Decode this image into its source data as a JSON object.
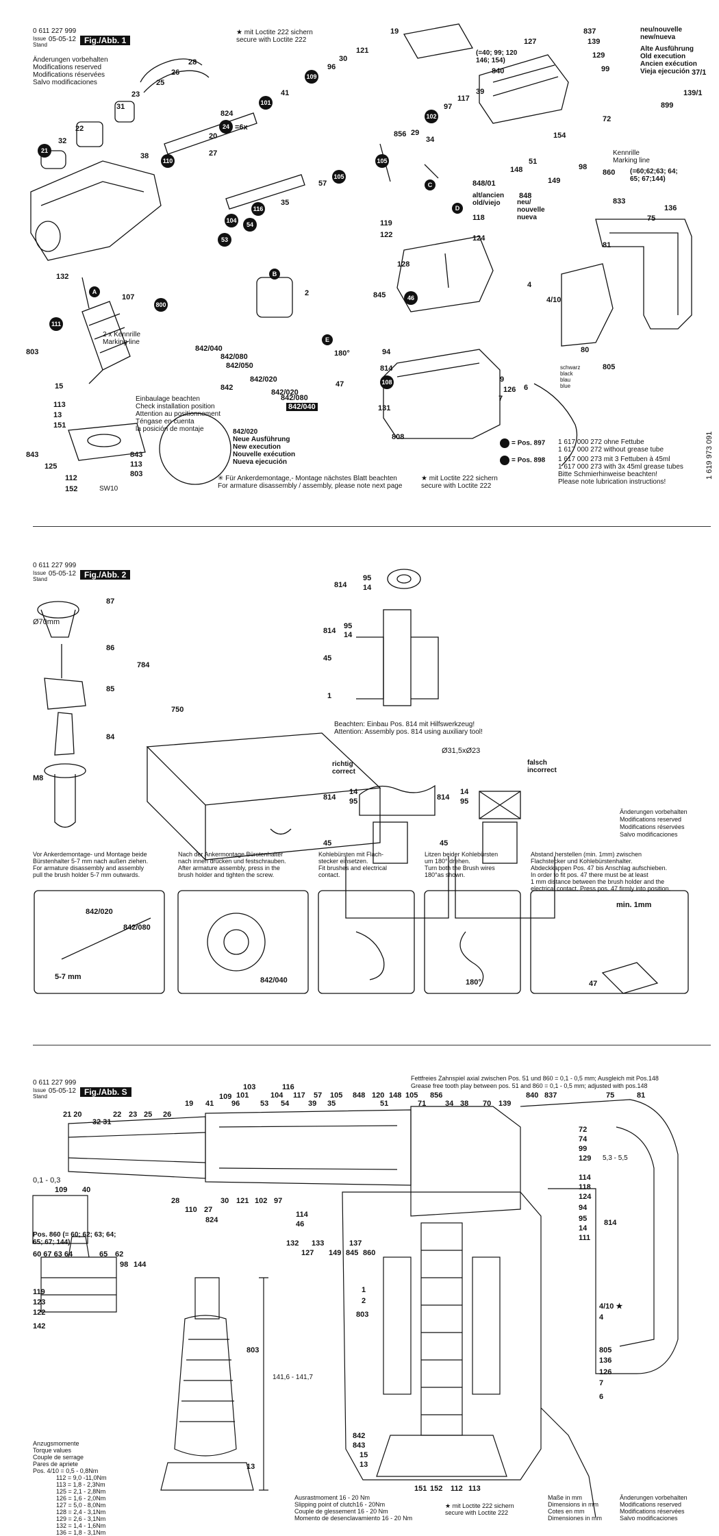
{
  "doc": {
    "number": "0 611 227 999",
    "issue_label_1": "Issue",
    "issue_label_2": "Stand",
    "date": "05-05-12",
    "vertical_ref": "1 619 973 091"
  },
  "sheet1": {
    "fig": "Fig./Abb. 1",
    "changes": [
      "Änderungen vorbehalten",
      "Modifications reserved",
      "Modifications réservées",
      "Salvo modificaciones"
    ],
    "loctite_top": [
      "★ mit Loctite 222 sichern",
      "secure with Loctite 222"
    ],
    "new_old": [
      "neu/nouvelle",
      "new/nueva"
    ],
    "old_exec": [
      "Alte Ausführung",
      "Old execution",
      "Ancien exécution",
      "Vieja ejecución"
    ],
    "marking_line": [
      "2 x Kennrille",
      "Marking line"
    ],
    "kennrille_right": [
      "Kennrille",
      "Marking line"
    ],
    "alt_new": [
      "alt/ancien",
      "old/viejo"
    ],
    "neu_nouvelle": [
      "neu/",
      "nouvelle",
      "nueva"
    ],
    "install_pos": [
      "Einbaulage beachten",
      "Check installation position",
      "Attention au positionnement",
      "Téngase en cuenta",
      "la posición de montaje"
    ],
    "new_exec": [
      "842/020",
      "Neue Ausführung",
      "New execution",
      "Nouvelle exécution",
      "Nueva ejecución"
    ],
    "armature_note": [
      "✳ Für Ankerdemontage,- Montage nächstes Blatt beachten",
      "For armature disassembly / assembly, please note next page"
    ],
    "loctite_bottom": [
      "★ mit Loctite 222 sichern",
      "secure with Loctite 222"
    ],
    "wire_colors": [
      "schwarz",
      "black",
      "blau",
      "blue"
    ],
    "pos897_label": "= Pos. 897",
    "pos897_lines": [
      "1 617 000 272 ohne Fettube",
      "1 617 000 272 without grease tube"
    ],
    "pos898_label": "= Pos. 898",
    "pos898_lines": [
      "1 617 000 273 mit 3 Fettuben à 45ml",
      "1 617 000 273 with 3x 45ml grease tubes",
      "Bitte Schmierhinweise beachten!",
      "Please note lubrication instructions!"
    ],
    "pos_lists": [
      "(=40; 99; 120",
      "146; 154)",
      "(=60;62;63; 64;",
      "65; 67;144)"
    ],
    "numbers": [
      "19",
      "837",
      "127",
      "139",
      "129",
      "121",
      "30",
      "96",
      "109",
      "(=40; 99; 120",
      "840",
      "99",
      "28",
      "26",
      "25",
      "23",
      "824",
      "101",
      "41",
      "117",
      "97",
      "102",
      "39",
      "154",
      "72",
      "31",
      "22",
      "24",
      "=6x",
      "856",
      "34",
      "29",
      "51",
      "148",
      "98",
      "860",
      "21",
      "32",
      "110",
      "27",
      "20",
      "57",
      "105",
      "105",
      "848/01",
      "848",
      "149",
      "833",
      "38",
      "35",
      "116",
      "104",
      "54",
      "53",
      "119",
      "122",
      "118",
      "124",
      "136",
      "75",
      "81",
      "4",
      "4/10",
      "132",
      "107",
      "800",
      "128",
      "845",
      "46",
      "111",
      "2",
      "842/040",
      "842/080",
      "842/050",
      "842/020",
      "180°",
      "842",
      "94",
      "814",
      "108",
      "9",
      "126",
      "131",
      "80",
      "805",
      "E",
      "7",
      "6",
      "803",
      "15",
      "113",
      "13",
      "151",
      "843",
      "125",
      "112",
      "152",
      "SW10",
      "113",
      "803",
      "843",
      "808",
      "842/040",
      "47",
      "842/020",
      "842/080",
      "37/1",
      "139/1",
      "899",
      "A",
      "B",
      "C",
      "D",
      "E"
    ]
  },
  "sheet2": {
    "fig": "Fig./Abb. 2",
    "numbers": [
      "87",
      "86",
      "85",
      "84",
      "784",
      "Ø70mm",
      "M8",
      "750",
      "814",
      "95",
      "14",
      "814",
      "95",
      "14",
      "45",
      "1",
      "Ø31,5xØ23",
      "814",
      "14",
      "95",
      "45",
      "814",
      "14",
      "95",
      "45"
    ],
    "attention_de": "Beachten: Einbau Pos. 814 mit Hilfswerkzeug!",
    "attention_en": "Attention: Assembly pos. 814 using auxiliary tool!",
    "correct": [
      "richtig",
      "correct"
    ],
    "incorrect": [
      "falsch",
      "incorrect"
    ],
    "changes": [
      "Änderungen vorbehalten",
      "Modifications reserved",
      "Modifications réservées",
      "Salvo modificaciones"
    ],
    "steps": [
      [
        "Vor Ankerdemontage- und Montage beide",
        "Bürstenhalter 5-7 mm nach außen ziehen.",
        "For armature disassembly and assembly",
        "pull the brush holder 5-7 mm outwards."
      ],
      [
        "Nach der Ankermontage Bürstenhalter",
        "nach innen drücken und festschrauben.",
        "After armature assembly, press in the",
        "brush holder and tighten the screw."
      ],
      [
        "Kohlebürsten mit Flach-",
        "stecker einsetzen.",
        "Fit brushes and electrical",
        "contact."
      ],
      [
        "Litzen beider Kohlebürsten",
        "um 180° drehen.",
        "Turn both the Brush wires",
        "180°as shown."
      ],
      [
        "Abstand herstellen (min. 1mm) zwischen",
        "Flachstecker und Kohlebürstenhalter.",
        "Abdeckkappen Pos. 47 bis Anschlag aufschieben.",
        "In order to fit pos. 47 there must be at least",
        "1 mm distance between the brush holder and the",
        "electrical contact. Press pos. 47 firmly into position."
      ]
    ],
    "step_labels": [
      "842/020",
      "842/080",
      "5-7 mm",
      "842/040",
      "180°",
      "min. 1mm",
      "47"
    ]
  },
  "sheet3": {
    "fig": "Fig./Abb. S",
    "grease_de": "Fettfreies Zahnspiel axial zwischen Pos. 51 und 860 = 0,1 - 0,5 mm; Ausgleich mit Pos.148",
    "grease_en": "Grease free tooth play between pos. 51 and 860 = 0,1 - 0,5 mm; adjusted with pos.148",
    "top_numbers": [
      "21 20",
      "32 31",
      "22",
      "23",
      "25",
      "26",
      "19",
      "41",
      "109",
      "103",
      "101",
      "96",
      "104",
      "53",
      "54",
      "116",
      "117",
      "39",
      "57",
      "105",
      "35",
      "848",
      "120",
      "51",
      "148",
      "105",
      "71",
      "856",
      "34",
      "38",
      "70",
      "139",
      "840",
      "837",
      "75",
      "81"
    ],
    "right_numbers": [
      "72",
      "74",
      "99",
      "129",
      "5,3 - 5,5",
      "114",
      "118",
      "124",
      "94",
      "95",
      "814",
      "14",
      "111",
      "4/10 ★",
      "4",
      "805",
      "136",
      "126",
      "7",
      "6"
    ],
    "bottom_numbers": [
      "28",
      "110",
      "27",
      "30",
      "121",
      "102",
      "97",
      "824",
      "114",
      "46",
      "132",
      "127",
      "133",
      "149",
      "845",
      "137",
      "860",
      "1",
      "2",
      "803",
      "842",
      "843",
      "15",
      "13",
      "151",
      "152",
      "112",
      "113"
    ],
    "detail_numbers": [
      "0,1 - 0,3",
      "109",
      "40"
    ],
    "pos860_title": [
      "Pos. 860 (= 60; 62; 63; 64;",
      "65; 67; 144)"
    ],
    "pos860_numbers": [
      "60 67 63 64",
      "65",
      "62",
      "98",
      "144",
      "119",
      "123",
      "122",
      "142"
    ],
    "dim": "141,6 - 141,7",
    "dim_numbers": [
      "803",
      "13"
    ],
    "torque_title": [
      "Anzugsmomente",
      "Torque values",
      "Couple de serrage",
      "Pares de apriete"
    ],
    "torque_rows": [
      "Pos. 4/10 = 0,5 - 0,8Nm",
      "112 = 9,0 -11,0Nm",
      "113 = 1,8 - 2,3Nm",
      "125 = 2,1 - 2,8Nm",
      "126 = 1,6 - 2,0Nm",
      "127 = 5,0 - 8,0Nm",
      "128 = 2,4 - 3,1Nm",
      "129 = 2,6 - 3,1Nm",
      "132 = 1,4 - 1,6Nm",
      "136 = 1,8 - 3,1Nm"
    ],
    "slip": [
      "Ausrastmoment 16 - 20 Nm",
      "Slipping point of clutch16 - 20Nm",
      "Couple de glessement 16 - 20 Nm",
      "Momento de desenclavamiento 16 - 20 Nm"
    ],
    "loctite": [
      "★ mit Loctite 222 sichern",
      "secure with Loctite 222"
    ],
    "dims": [
      "Maße in mm",
      "Dimensions in mm",
      "Cotes en mm",
      "Dimensiones in mm"
    ],
    "changes": [
      "Änderungen vorbehalten",
      "Modifications reserved",
      "Modifications réservées",
      "Salvo modificaciones"
    ]
  },
  "colors": {
    "ink": "#111111",
    "badge": "#111111",
    "paper": "#ffffff"
  }
}
